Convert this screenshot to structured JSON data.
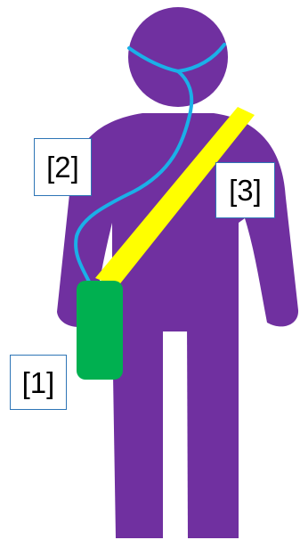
{
  "colors": {
    "body": "#7030a0",
    "strap": "#ffff00",
    "cable": "#1ab0e8",
    "pouch": "#00b050",
    "callout_border": "#2e75b6",
    "background": "#ffffff"
  },
  "callouts": {
    "pouch_label": "[1]",
    "cable_label": "[2]",
    "strap_label": "[3]"
  },
  "icons": [
    "person-silhouette-icon"
  ]
}
